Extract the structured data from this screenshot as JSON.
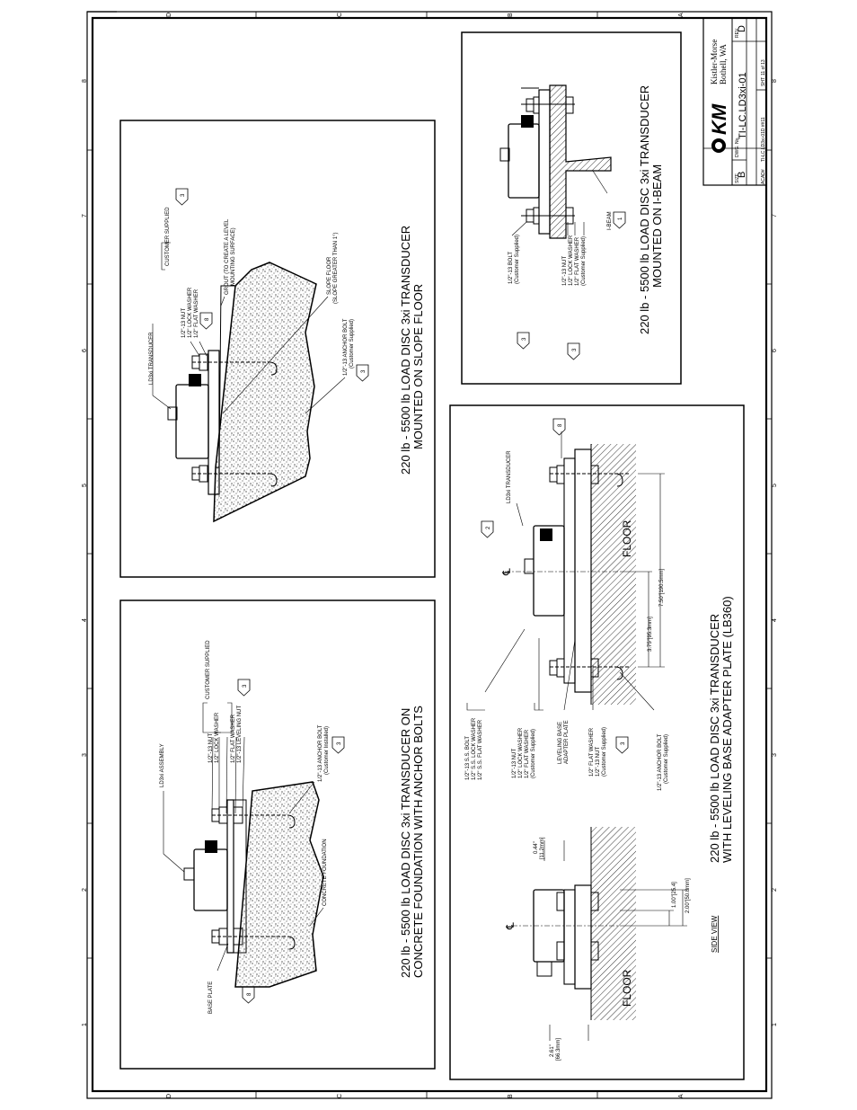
{
  "border": {
    "zones_long": [
      "8",
      "7",
      "6",
      "5",
      "4",
      "3",
      "2",
      "1"
    ],
    "zones_short": [
      "D",
      "C",
      "B",
      "A"
    ]
  },
  "title_block": {
    "company_name": "Kistler-Morse",
    "company_location": "Bothell, WA",
    "logo_text": "KM",
    "size_label": "SIZE",
    "size": "B",
    "dwg_no_label": "DWG. No.",
    "dwg_no": "TI-LC.LD3xi-01",
    "rev_label": "REV.",
    "rev": "D",
    "acad_label": "ACAD#",
    "acad_file": "TI-LC.LD3xi-01D ##11",
    "sheet_label": "SHT",
    "sheet": "11 of 13"
  },
  "views": {
    "anchor_bolts": {
      "title_line1": "220 lb - 5500 lb LOAD DISC 3xi TRANSDUCER ON",
      "title_line2": "CONCRETE FOUNDATION WITH ANCHOR BOLTS",
      "labels": {
        "assembly": "LD3xi ASSEMBLY",
        "base_plate": "BASE PLATE",
        "nut": "1/2\"-13 NUT",
        "lock_washer": "1/2\" LOCK WASHER",
        "flat_washer": "1/2\" FLAT WASHER",
        "leveling_nut": "1/2\"-13 LEVELING NUT",
        "customer_supplied": "CUSTOMER SUPPLIED",
        "anchor_bolt": "1/2\"-13 ANCHOR BOLT",
        "customer_installed": "(Customer Installed)",
        "concrete": "CONCRETE FOUNDATION"
      },
      "flags": [
        "8",
        "3",
        "3"
      ]
    },
    "slope_floor": {
      "title_line1": "220 lb - 5500 lb LOAD DISC 3xi TRANSDUCER",
      "title_line2": "MOUNTED ON SLOPE FLOOR",
      "labels": {
        "transducer": "LD3xi TRANSDUCER",
        "nut": "1/2\"-13 NUT",
        "lock_washer": "1/2\" LOCK WASHER",
        "flat_washer": "1/2\" FLAT WASHER",
        "customer_supplied": "CUSTOMER SUPPLIED",
        "grout_line1": "GROUT (TO CREATE A LEVEL",
        "grout_line2": "MOUNTING SURFACE)",
        "slope_floor_line1": "SLOPE FLOOR",
        "slope_floor_line2": "(SLOPE GREATER THAN 1°)",
        "anchor_bolt": "1/2\"-13 ANCHOR BOLT",
        "customer_supplied_paren": "(Customer Supplied)"
      },
      "flags": [
        "3",
        "8",
        "3"
      ]
    },
    "i_beam": {
      "title_line1": "220 lb - 5500 lb LOAD DISC 3xi TRANSDUCER",
      "title_line2": "MOUNTED ON I-BEAM",
      "labels": {
        "bolt": "1/2\"-13 BOLT",
        "bolt_note": "(Customer Supplied)",
        "nut": "1/2\"-13 NUT",
        "lock_washer": "1/2\" LOCK WASHER",
        "flat_washer": "1/2\" FLAT WASHER",
        "hw_note": "(Customer Supplied)",
        "ibeam": "I-BEAM"
      },
      "flags": [
        "3",
        "3",
        "1"
      ]
    },
    "leveling_base": {
      "title_line1": "220 lb - 5500 lb LOAD DISC 3xi TRANSDUCER",
      "title_line2": "WITH LEVELING BASE ADAPTER PLATE (LB360)",
      "side_view": "SIDE VIEW",
      "floor": "FLOOR",
      "centerline": "℄",
      "labels": {
        "transducer": "LD3xi TRANSDUCER",
        "ss_bolt": "1/2\"-13 S.S. BOLT",
        "ss_lock_washer": "1/2\" S.S. LOCK WASHER",
        "ss_flat_washer": "1/2\" S.S. FLAT WASHER",
        "nut": "1/2\"-13 NUT",
        "lock_washer": "1/2\" LOCK WASHER",
        "flat_washer": "1/2\" FLAT WASHER",
        "customer_supplied": "(Customer Supplied)",
        "leveling_base": "LEVELING BASE",
        "adapter_plate": "ADAPTER PLATE",
        "flat_washer2": "1/2\" FLAT WASHER",
        "nut2": "1/2\"-13 NUT",
        "customer_supplied2": "(Customer Supplied)",
        "anchor_bolt": "1/2\"-13 ANCHOR BOLT",
        "customer_supplied3": "(Customer Supplied)"
      },
      "dimensions": {
        "d_044": "0.44\"",
        "d_044_mm": "[11.2mm]",
        "d_100": "1.00\"[25.4]",
        "d_200": "2.00\"[50.8mm]",
        "d_261": "2.61\"",
        "d_261_mm": "[66.3mm]",
        "d_375": "3.75\"[95.3mm]",
        "d_750": "7.50\"[190.5mm]"
      },
      "flags": [
        "2",
        "8",
        "3"
      ]
    }
  }
}
